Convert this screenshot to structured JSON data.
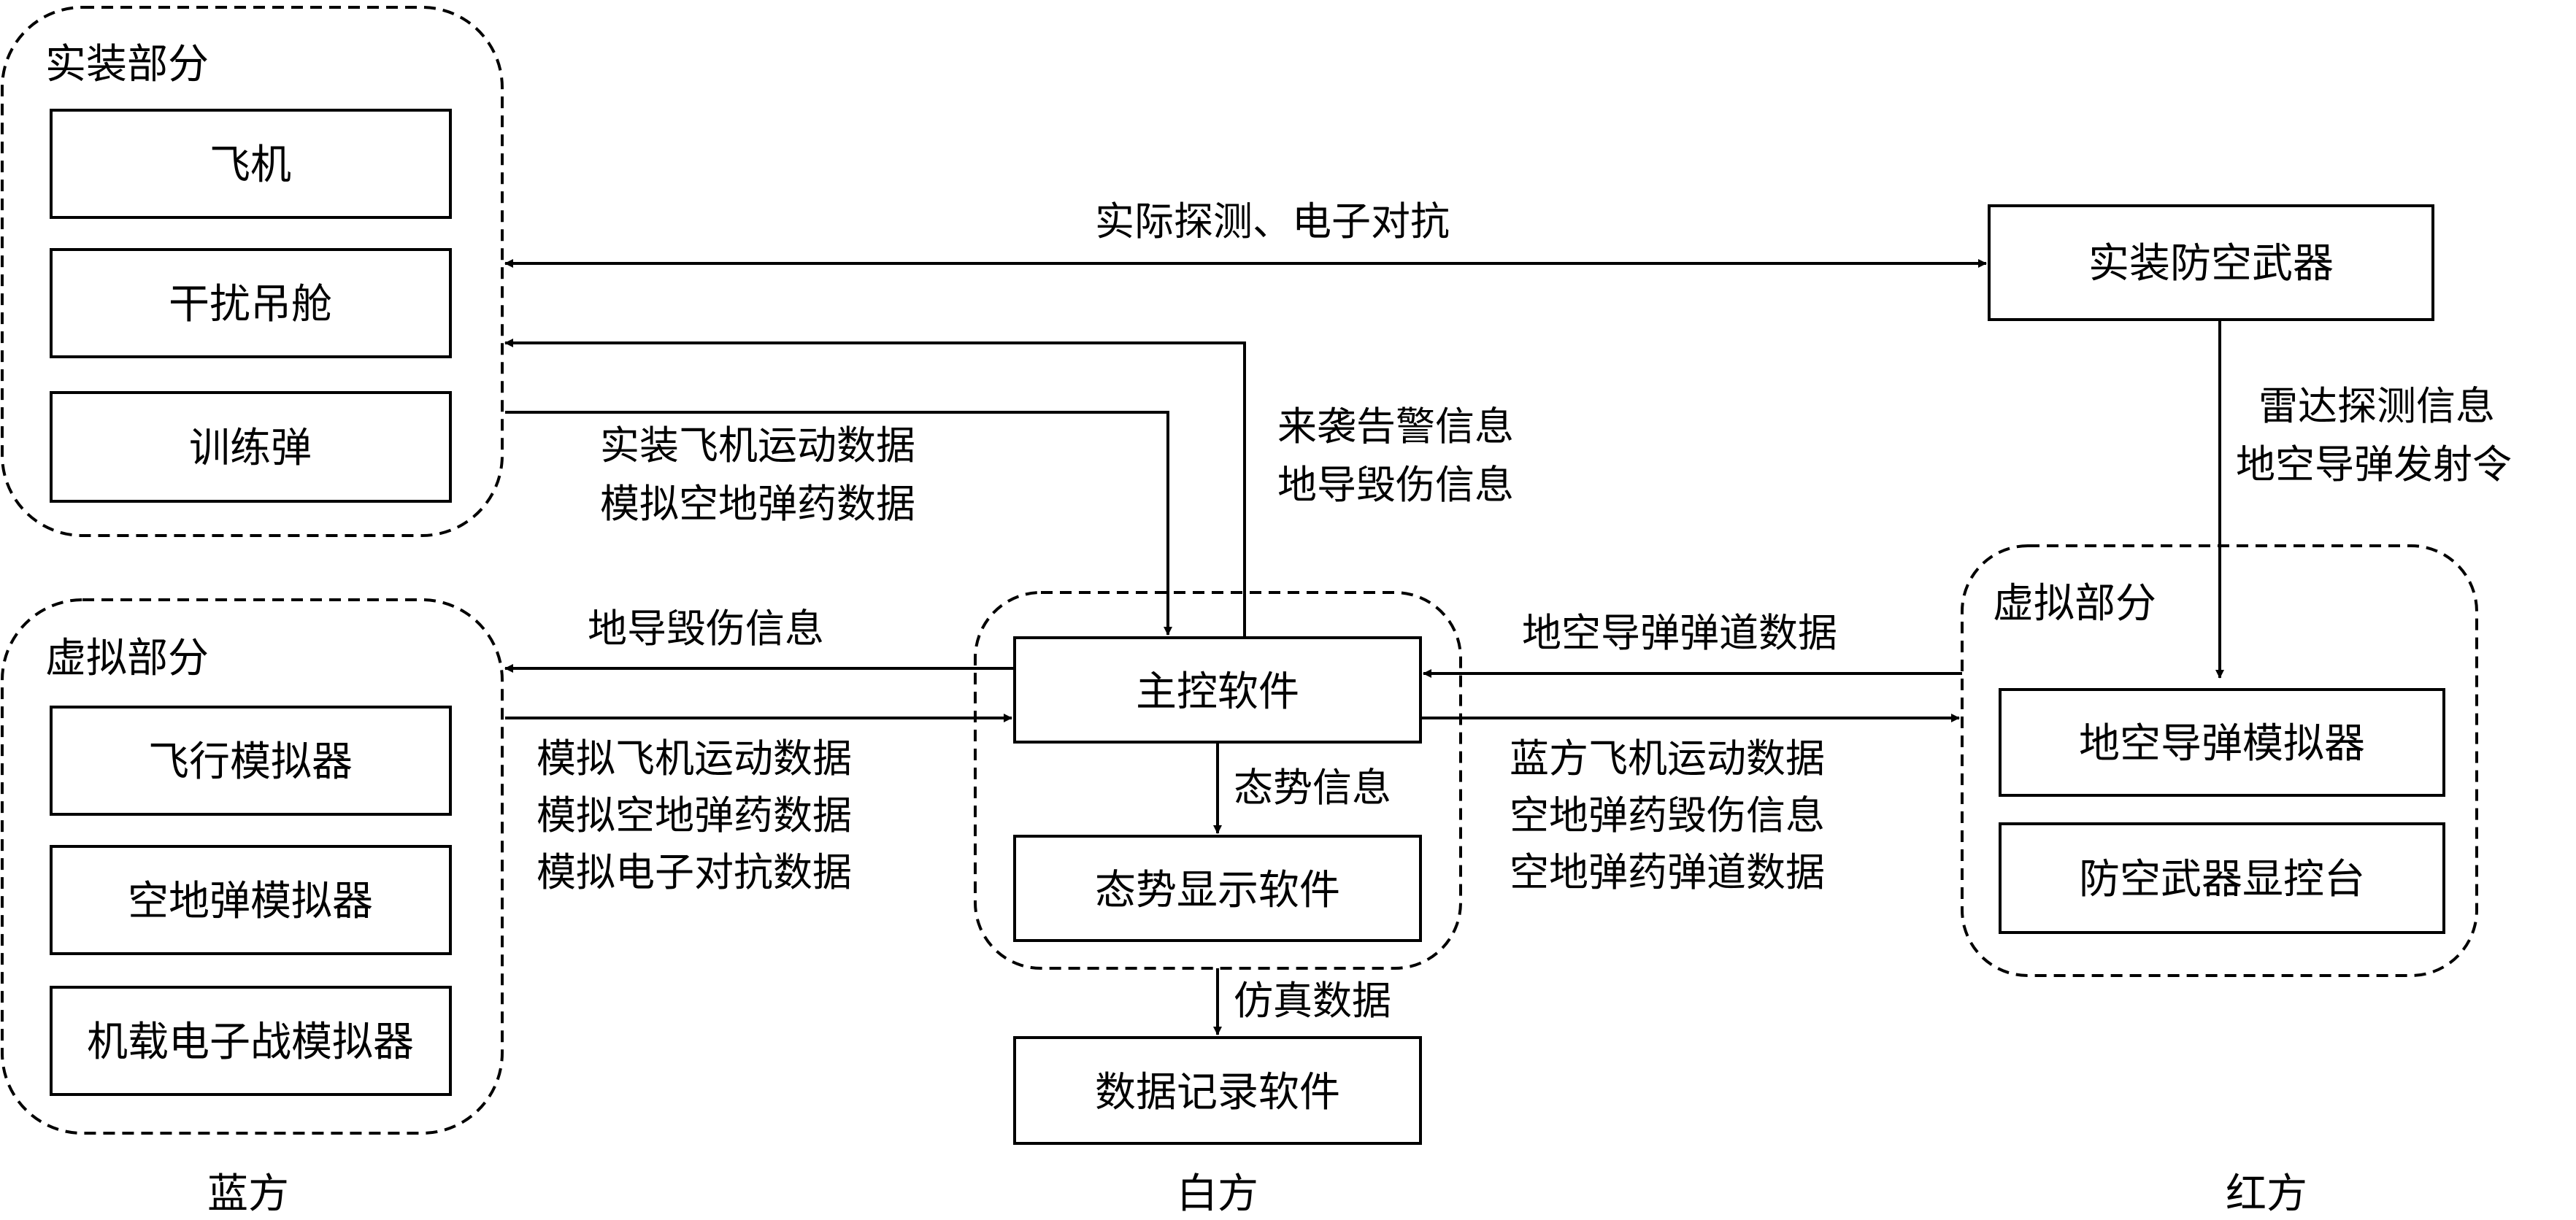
{
  "groups": {
    "blue_real": {
      "title": "实装部分",
      "items": [
        "飞机",
        "干扰吊舱",
        "训练弹"
      ]
    },
    "blue_virtual": {
      "title": "虚拟部分",
      "items": [
        "飞行模拟器",
        "空地弹模拟器",
        "机载电子战模拟器"
      ]
    },
    "white": {
      "main": "主控软件",
      "display": "态势显示软件",
      "recorder": "数据记录软件"
    },
    "red_real": {
      "weapon": "实装防空武器"
    },
    "red_virtual": {
      "title": "虚拟部分",
      "items": [
        "地空导弹模拟器",
        "防空武器显控台"
      ]
    }
  },
  "edges": {
    "top_link": "实际探测、电子对抗",
    "real_to_main": [
      "实装飞机运动数据",
      "模拟空地弹药数据"
    ],
    "main_to_real": [
      "来袭告警信息",
      "地导毁伤信息"
    ],
    "main_to_virtual": "地导毁伤信息",
    "virtual_to_main": [
      "模拟飞机运动数据",
      "模拟空地弹药数据",
      "模拟电子对抗数据"
    ],
    "red_to_main": "地空导弹弹道数据",
    "main_to_red": [
      "蓝方飞机运动数据",
      "空地弹药毁伤信息",
      "空地弹药弹道数据"
    ],
    "weapon_to_virtual": [
      "雷达探测信息",
      "地空导弹发射令"
    ],
    "situation": "态势信息",
    "simulation": "仿真数据"
  },
  "sides": {
    "blue": "蓝方",
    "white": "白方",
    "red": "红方"
  }
}
